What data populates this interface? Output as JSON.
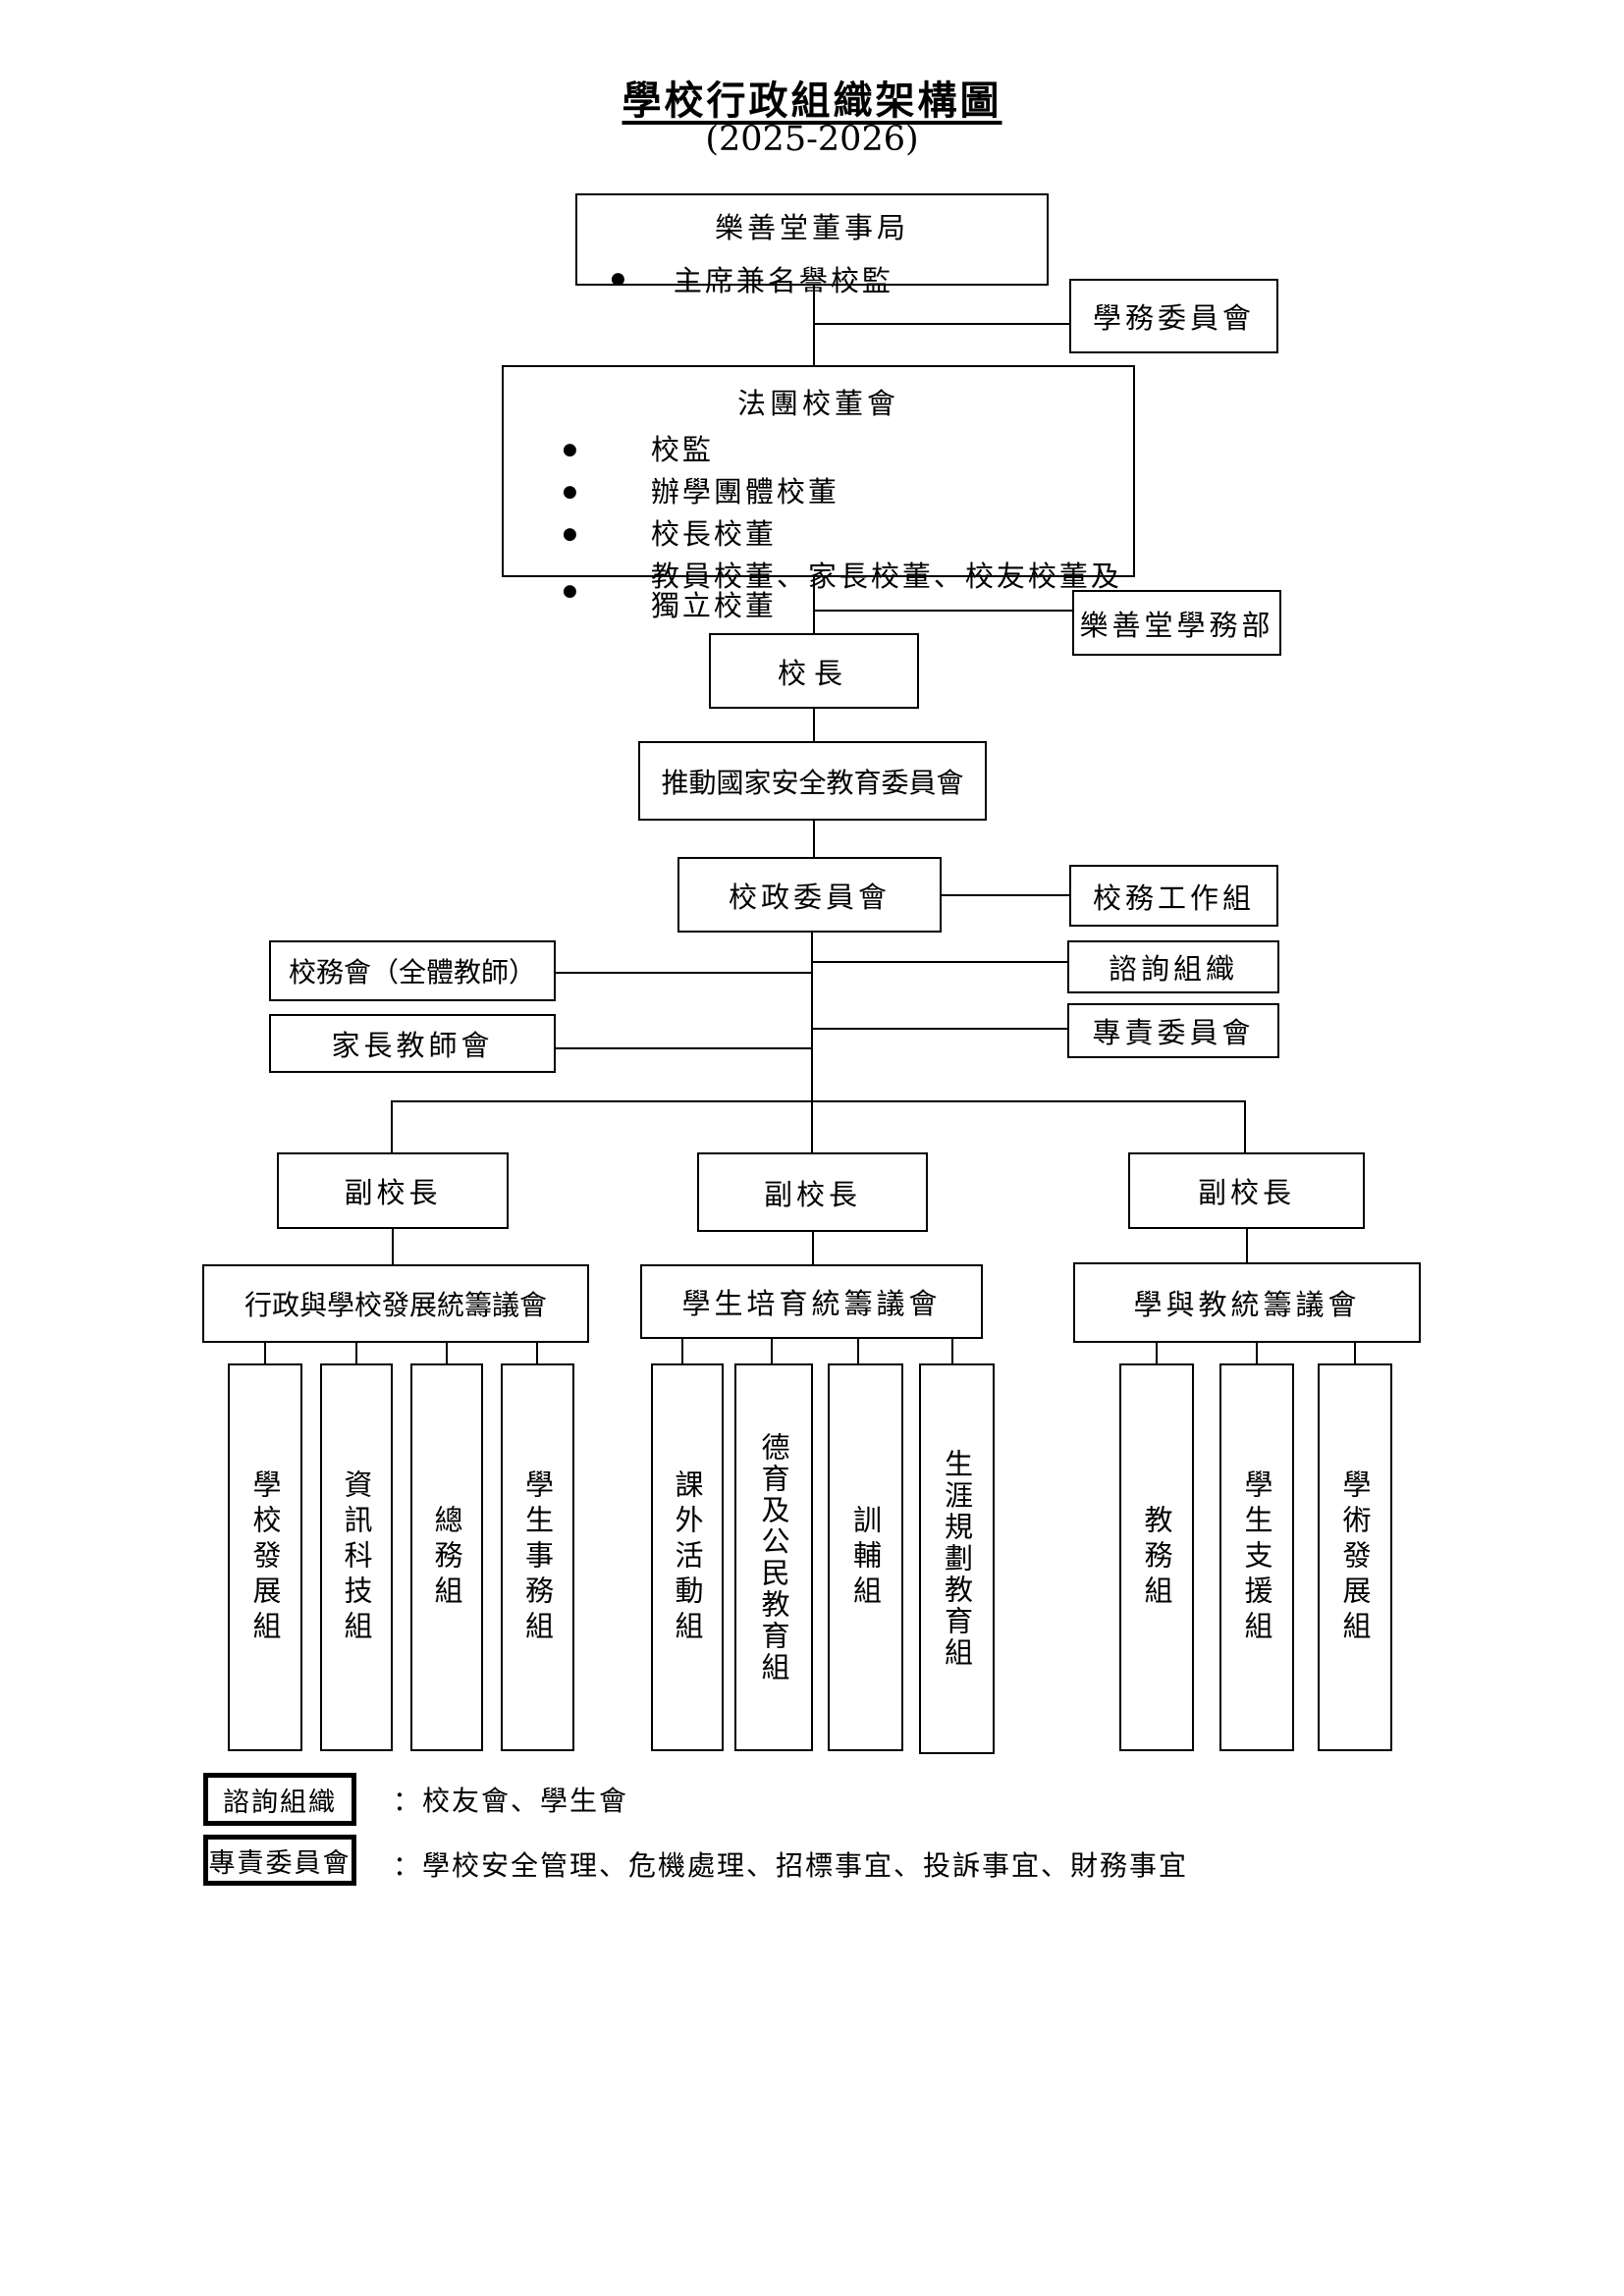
{
  "title": "學校行政組織架構圖",
  "subtitle": "(2025-2026)",
  "bullet_char": "●",
  "nodes": {
    "board": {
      "title": "樂善堂董事局",
      "bullets": [
        "主席兼名譽校監"
      ]
    },
    "affairs_committee": {
      "label": "學務委員會"
    },
    "imc": {
      "title": "法團校董會",
      "bullets": [
        "校監",
        "辦學團體校董",
        "校長校董",
        "教員校董、家長校董、校友校董及獨立校董"
      ]
    },
    "lst_education_dept": {
      "label": "樂善堂學務部"
    },
    "principal": {
      "label": "校長"
    },
    "national_security_committee": {
      "label": "推動國家安全教育委員會"
    },
    "school_admin_committee": {
      "label": "校政委員會"
    },
    "school_work_team": {
      "label": "校務工作組"
    },
    "staff_meeting": {
      "label": "校務會（全體教師）"
    },
    "consultative_orgs": {
      "label": "諮詢組織"
    },
    "pta": {
      "label": "家長教師會"
    },
    "task_committees": {
      "label": "專責委員會"
    },
    "vice_principals": [
      {
        "label": "副校長"
      },
      {
        "label": "副校長"
      },
      {
        "label": "副校長"
      }
    ],
    "councils": [
      {
        "label": "行政與學校發展統籌議會"
      },
      {
        "label": "學生培育統籌議會"
      },
      {
        "label": "學與教統籌議會"
      }
    ],
    "admin_teams": [
      "學校發展組",
      "資訊科技組",
      "總務組",
      "學生事務組"
    ],
    "student_teams": [
      "課外活動組",
      "德育及公民教育組",
      "訓輔組",
      "生涯規劃教育組"
    ],
    "learning_teams": [
      "教務組",
      "學生支援組",
      "學術發展組"
    ]
  },
  "legend": [
    {
      "term": "諮詢組織",
      "desc": "：校友會、學生會"
    },
    {
      "term": "專責委員會",
      "desc": "：學校安全管理、危機處理、招標事宜、投訴事宜、財務事宜"
    }
  ]
}
